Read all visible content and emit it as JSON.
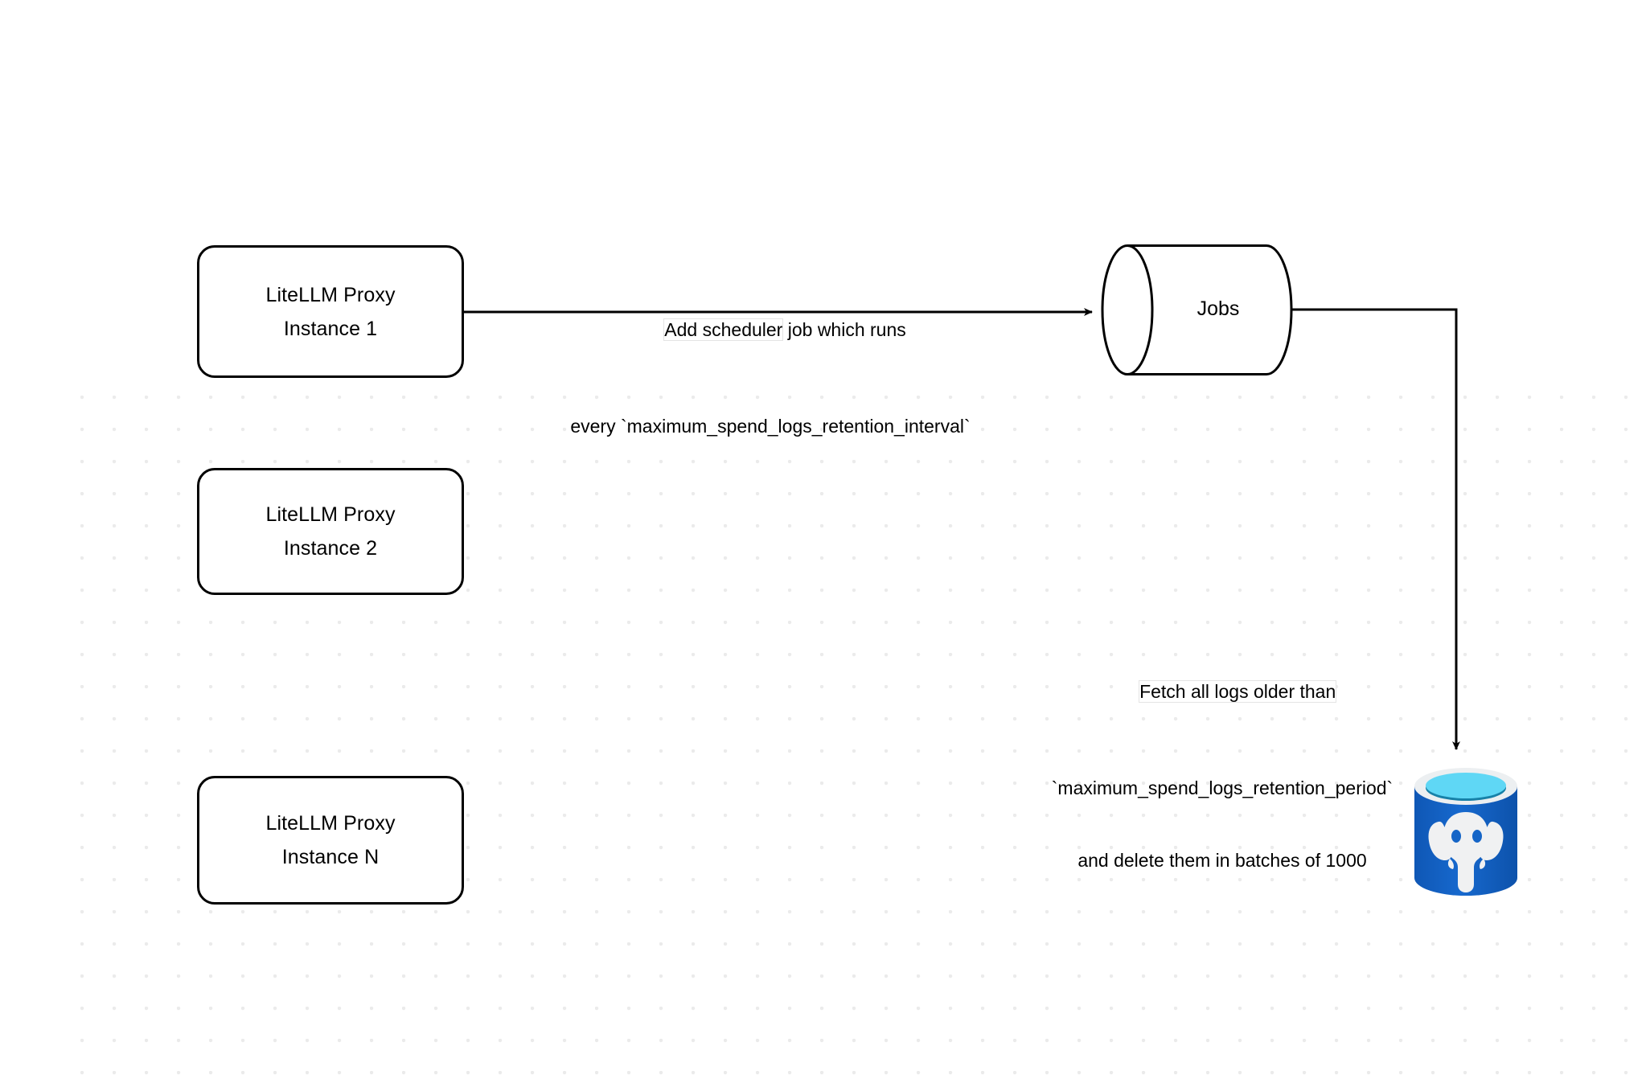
{
  "diagram": {
    "title": "LiteLLM spend logs retention scheduler flow",
    "background_color": "#ffffff",
    "grid": "dot-grid",
    "stroke_color": "#000000",
    "nodes": [
      {
        "id": "proxy-1",
        "type": "rounded-rectangle",
        "label": "LiteLLM Proxy\nInstance 1"
      },
      {
        "id": "proxy-2",
        "type": "rounded-rectangle",
        "label": "LiteLLM Proxy\nInstance 2"
      },
      {
        "id": "proxy-n",
        "type": "rounded-rectangle",
        "label": "LiteLLM Proxy\nInstance N"
      },
      {
        "id": "jobs",
        "type": "cylinder",
        "label": "Jobs"
      },
      {
        "id": "postgres",
        "type": "database-icon",
        "label": "",
        "icon": "postgresql-icon",
        "colors": {
          "body": "#1565c7",
          "body_dark": "#0d4ea6",
          "rim": "#eceff1",
          "top_fill": "#5fd7f5",
          "top_shadow": "#1781a8",
          "elephant": "#f0f1f2"
        }
      }
    ],
    "edges": [
      {
        "id": "edge-scheduler",
        "from": "proxy-1",
        "to": "jobs",
        "label_lines": [
          "Add scheduler job which runs",
          "every `maximum_spend_logs_retention_interval`"
        ],
        "highlight_line_index": 0,
        "highlight_text": "Add scheduler"
      },
      {
        "id": "edge-fetch-delete",
        "from": "jobs",
        "to": "postgres",
        "label_lines": [
          "Fetch all logs older than",
          "`maximum_spend_logs_retention_period`",
          "and delete them in batches of 1000"
        ],
        "highlight_line_index": 0,
        "highlight_text": "Fetch all logs older than"
      }
    ]
  }
}
